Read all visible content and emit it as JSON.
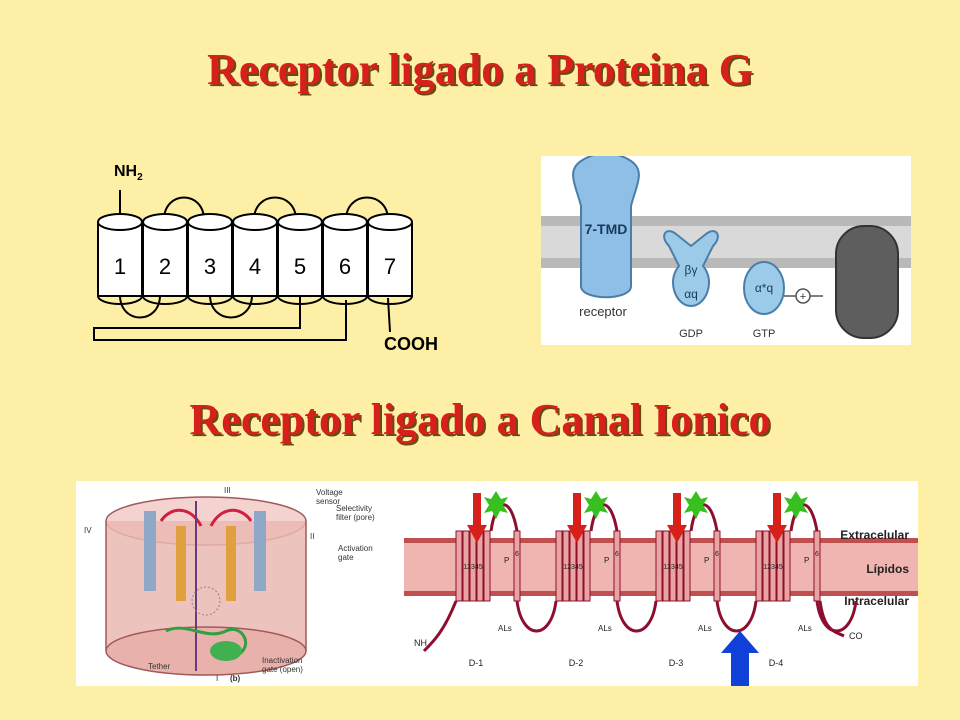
{
  "titles": {
    "gpcr": "Receptor ligado a Proteina G",
    "ion_channel": "Receptor ligado a Canal Ionico"
  },
  "gpcr_topology": {
    "n_terminus": "NH",
    "n_terminus_sub": "2",
    "c_terminus": "COOH",
    "helices": [
      "1",
      "2",
      "3",
      "4",
      "5",
      "6",
      "7"
    ]
  },
  "gprotein_diagram": {
    "receptor_label": "7-TMD",
    "receptor_caption": "receptor",
    "beta_gamma": "βγ",
    "alpha_q": "αq",
    "alpha_q_active": "α*q",
    "plus": "+",
    "gdp": "GDP",
    "gtp": "GTP"
  },
  "channel_3d": {
    "roman": [
      "III",
      "IV",
      "II",
      "I"
    ],
    "voltage_sensor": [
      "Voltage",
      "sensor"
    ],
    "selectivity_filter": [
      "Selectivity",
      "filter (pore)"
    ],
    "activation_gate": [
      "Activation",
      "gate"
    ],
    "tether": "Tether",
    "inactivation_gate": [
      "Inactivation",
      "gate (open)"
    ],
    "panel_letter": "(b)"
  },
  "na_channel": {
    "extracellular": "Extracelular",
    "lipids": "Lípidos",
    "intracellular": "Intracelular",
    "domains": [
      "D-1",
      "D-2",
      "D-3",
      "D-4"
    ],
    "n_terminus": "NH",
    "c_terminus": "CO",
    "als": "ALs",
    "p_label": "P",
    "segments": "12345",
    "segment6": "6"
  },
  "colors": {
    "title": "#d7201c",
    "background": "#fdf0a6",
    "membrane": "#f0b5b0",
    "loop": "#8b1030",
    "arrow_red": "#d8201a",
    "arrow_blue": "#1040d8",
    "star_green": "#38c020"
  }
}
